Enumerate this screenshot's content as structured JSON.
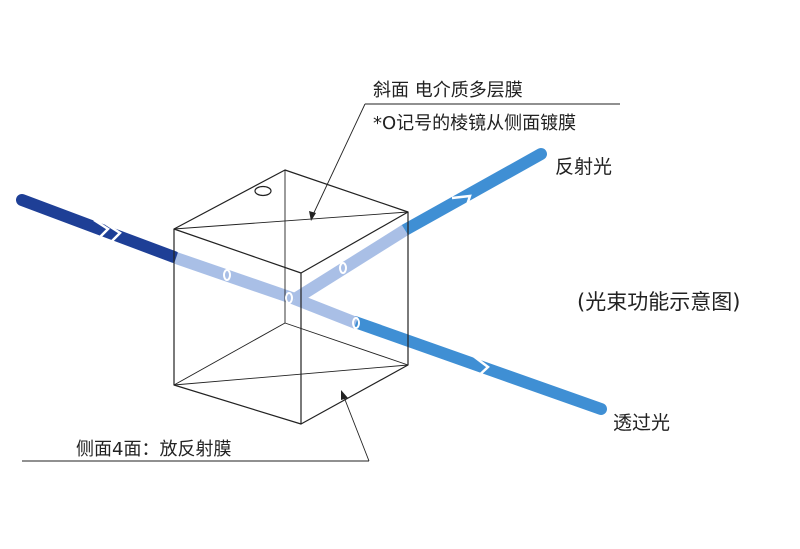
{
  "labels": {
    "hypotenuse": "斜面 电介质多层膜",
    "note": "*O记号的棱镜从侧面镀膜",
    "reflected": "反射光",
    "transmitted": "透过光",
    "function": "(光束功能示意图)",
    "side_faces": "侧面4面：放反射膜"
  },
  "colors": {
    "incident": "#1e3f96",
    "reflected": "#3f8fd4",
    "transmitted": "#3f8fd4",
    "inside_beam": "#a9bfe6",
    "outline": "#222222",
    "background": "#ffffff"
  },
  "icons": {
    "beam_arrow": "chevron-arrow",
    "marker": "o-ring"
  }
}
